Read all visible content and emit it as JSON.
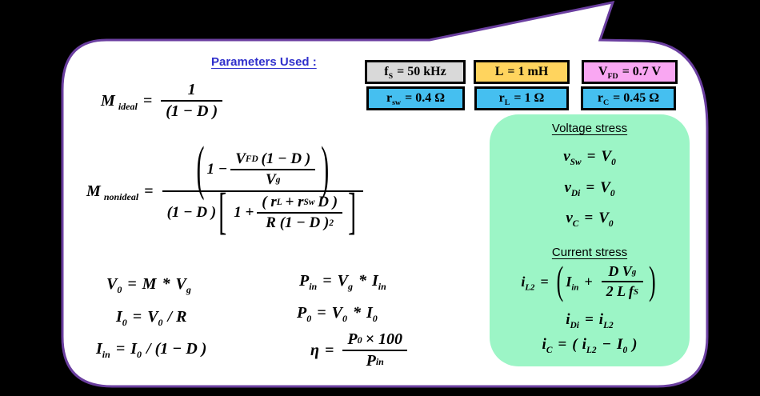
{
  "colors": {
    "background": "#000000",
    "bubble_fill": "#FFFFFF",
    "bubble_border": "#6B3FA0",
    "stress_panel_green": "#9CF5C6",
    "box_gray": "#D9D9D9",
    "box_orange": "#FFD45E",
    "box_pink": "#F9A7F2",
    "box_blue": "#45BFF0",
    "title_blue": "#3030CC"
  },
  "header": {
    "title": "Parameters Used :"
  },
  "parameters": {
    "fs": {
      "base": "f",
      "sub": "S",
      "value": "= 50 kHz"
    },
    "l": {
      "base": "L",
      "sub": "",
      "value": "= 1 mH"
    },
    "vfd": {
      "base": "V",
      "sub": "FD",
      "value": "= 0.7 V"
    },
    "rsw": {
      "base": "r",
      "sub": "sw",
      "value": "= 0.4 Ω"
    },
    "rl": {
      "base": "r",
      "sub": "L",
      "value": "= 1 Ω"
    },
    "rc": {
      "base": "r",
      "sub": "C",
      "value": "= 0.45 Ω"
    }
  },
  "equations": {
    "m_ideal": {
      "lhs": "M",
      "lhs_sub": "ideal",
      "eq": "=",
      "num": "1",
      "den": "(1 − D )"
    },
    "m_nonideal": {
      "lhs": "M",
      "lhs_sub": "nonideal",
      "eq": "=",
      "paren_open": "(",
      "paren_close": ")",
      "bracket_open": "[",
      "bracket_close": "]",
      "num_pre": "1 −",
      "nf_num_a": "V",
      "nf_num_a_sub": "FD",
      "nf_num_b": "(1 − D )",
      "nf_den_a": "V",
      "nf_den_a_sub": "g",
      "den_pre": "(1 − D )",
      "den_one_plus": "1 +",
      "df_num_a": "( r",
      "df_num_a_sub": "L",
      "df_num_b": "+ r",
      "df_num_b_sub": "Sw",
      "df_num_c": "D )",
      "df_den_a": "R (1 − D )",
      "df_den_sup": "2"
    },
    "v0": {
      "a": "V",
      "a_sub": "0",
      "eq": "=",
      "b": "M",
      "op": "*",
      "c": "V",
      "c_sub": "g"
    },
    "i0": {
      "a": "I",
      "a_sub": "0",
      "eq": "=",
      "b": "V",
      "b_sub": "0",
      "rest": "/ R"
    },
    "iin": {
      "a": "I",
      "a_sub": "in",
      "eq": "=",
      "b": "I",
      "b_sub": "0",
      "rest": "/ (1 − D )"
    },
    "pin": {
      "a": "P",
      "a_sub": "in",
      "eq": "=",
      "b": "V",
      "b_sub": "g",
      "op": "*",
      "c": "I",
      "c_sub": "in"
    },
    "p0": {
      "a": "P",
      "a_sub": "0",
      "eq": "=",
      "b": "V",
      "b_sub": "0",
      "op": "*",
      "c": "I",
      "c_sub": "0"
    },
    "eta": {
      "a": "η",
      "eq": "=",
      "num_a": "P",
      "num_a_sub": "0",
      "num_b": "× 100",
      "den_a": "P",
      "den_a_sub": "in"
    }
  },
  "stress_panel": {
    "voltage_title": "Voltage stress",
    "vsw": {
      "a": "v",
      "a_sub": "Sw",
      "eq": "=",
      "b": "V",
      "b_sub": "0"
    },
    "vdi": {
      "a": "v",
      "a_sub": "Di",
      "eq": "=",
      "b": "V",
      "b_sub": "0"
    },
    "vc": {
      "a": "v",
      "a_sub": "C",
      "eq": "=",
      "b": "V",
      "b_sub": "0"
    },
    "current_title": "Current stress",
    "il2": {
      "a": "i",
      "a_sub": "L2",
      "eq": "=",
      "open": "(",
      "b": "I",
      "b_sub": "in",
      "plus": "+",
      "num_a": "D V",
      "num_a_sub": "g",
      "den_a": "2 L f",
      "den_a_sub": "S",
      "close": ")"
    },
    "idi": {
      "a": "i",
      "a_sub": "Di",
      "eq": "=",
      "b": "i",
      "b_sub": "L2"
    },
    "ic": {
      "a": "i",
      "a_sub": "C",
      "eq": "=",
      "open": "(",
      "b": "i",
      "b_sub": "L2",
      "minus": "−",
      "c": "I",
      "c_sub": "0",
      "close": ")"
    }
  }
}
